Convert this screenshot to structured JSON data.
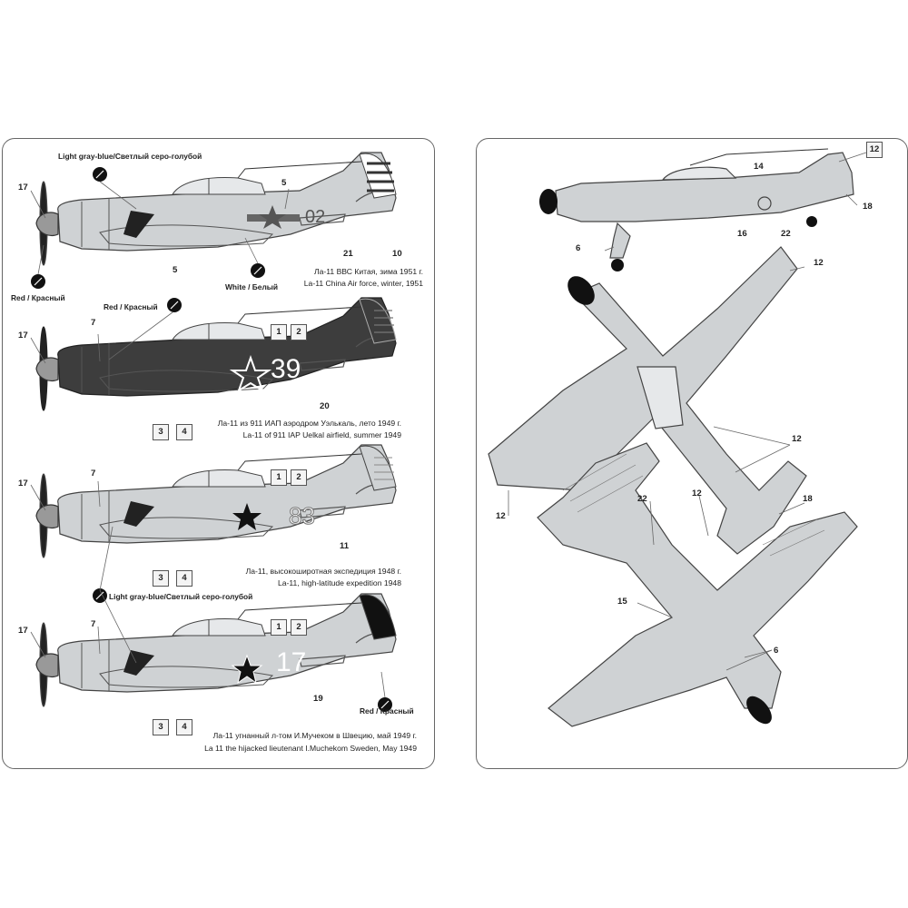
{
  "left": {
    "planes": [
      {
        "caption_ru": "Ла-11 ВВС Китая, зима 1951 г.",
        "caption_en": "La-11 China Air force, winter, 1951",
        "code": "02",
        "color_top": "Light gray-blue/Светлый серо-голубой",
        "color_bottom_a": "Red / Красный",
        "color_bottom_b": "White / Белый",
        "callouts": [
          "17",
          "5",
          "5",
          "21",
          "10"
        ]
      },
      {
        "caption_ru": "Ла-11 из 911 ИАП аэродром Уэлькаль, лето 1949 г.",
        "caption_en": "La-11 of 911 IAP Uelkal airfield, summer 1949",
        "code": "39",
        "color_top": "Red / Красный",
        "callouts": [
          "17",
          "7",
          "1",
          "2",
          "20",
          "3",
          "4"
        ]
      },
      {
        "caption_ru": "Ла-11, высокоширотная экспедиция 1948 г.",
        "caption_en": "La-11, high-latitude expedition 1948",
        "code": "83",
        "callouts": [
          "17",
          "7",
          "1",
          "2",
          "11",
          "3",
          "4"
        ]
      },
      {
        "caption_ru": "Ла-11 угнанный л-том И.Мучеком в Швецию, май 1949 г.",
        "caption_en": "La 11 the hijacked lieutenant I.Muchekom Sweden, May 1949",
        "code": "17",
        "color_top": "Light gray-blue/Светлый серо-голубой",
        "color_bottom": "Red / Красный",
        "callouts": [
          "17",
          "7",
          "1",
          "2",
          "19",
          "3",
          "4"
        ]
      }
    ]
  },
  "right": {
    "side_callouts": [
      "12",
      "14",
      "18",
      "16",
      "22",
      "6"
    ],
    "top_callouts": [
      "12",
      "12",
      "12",
      "22",
      "12",
      "18"
    ],
    "bottom_callouts": [
      "15",
      "6"
    ]
  },
  "colors": {
    "gray": "#cfd2d4",
    "dark": "#3d3d3d",
    "black": "#111111",
    "line": "#555555"
  }
}
